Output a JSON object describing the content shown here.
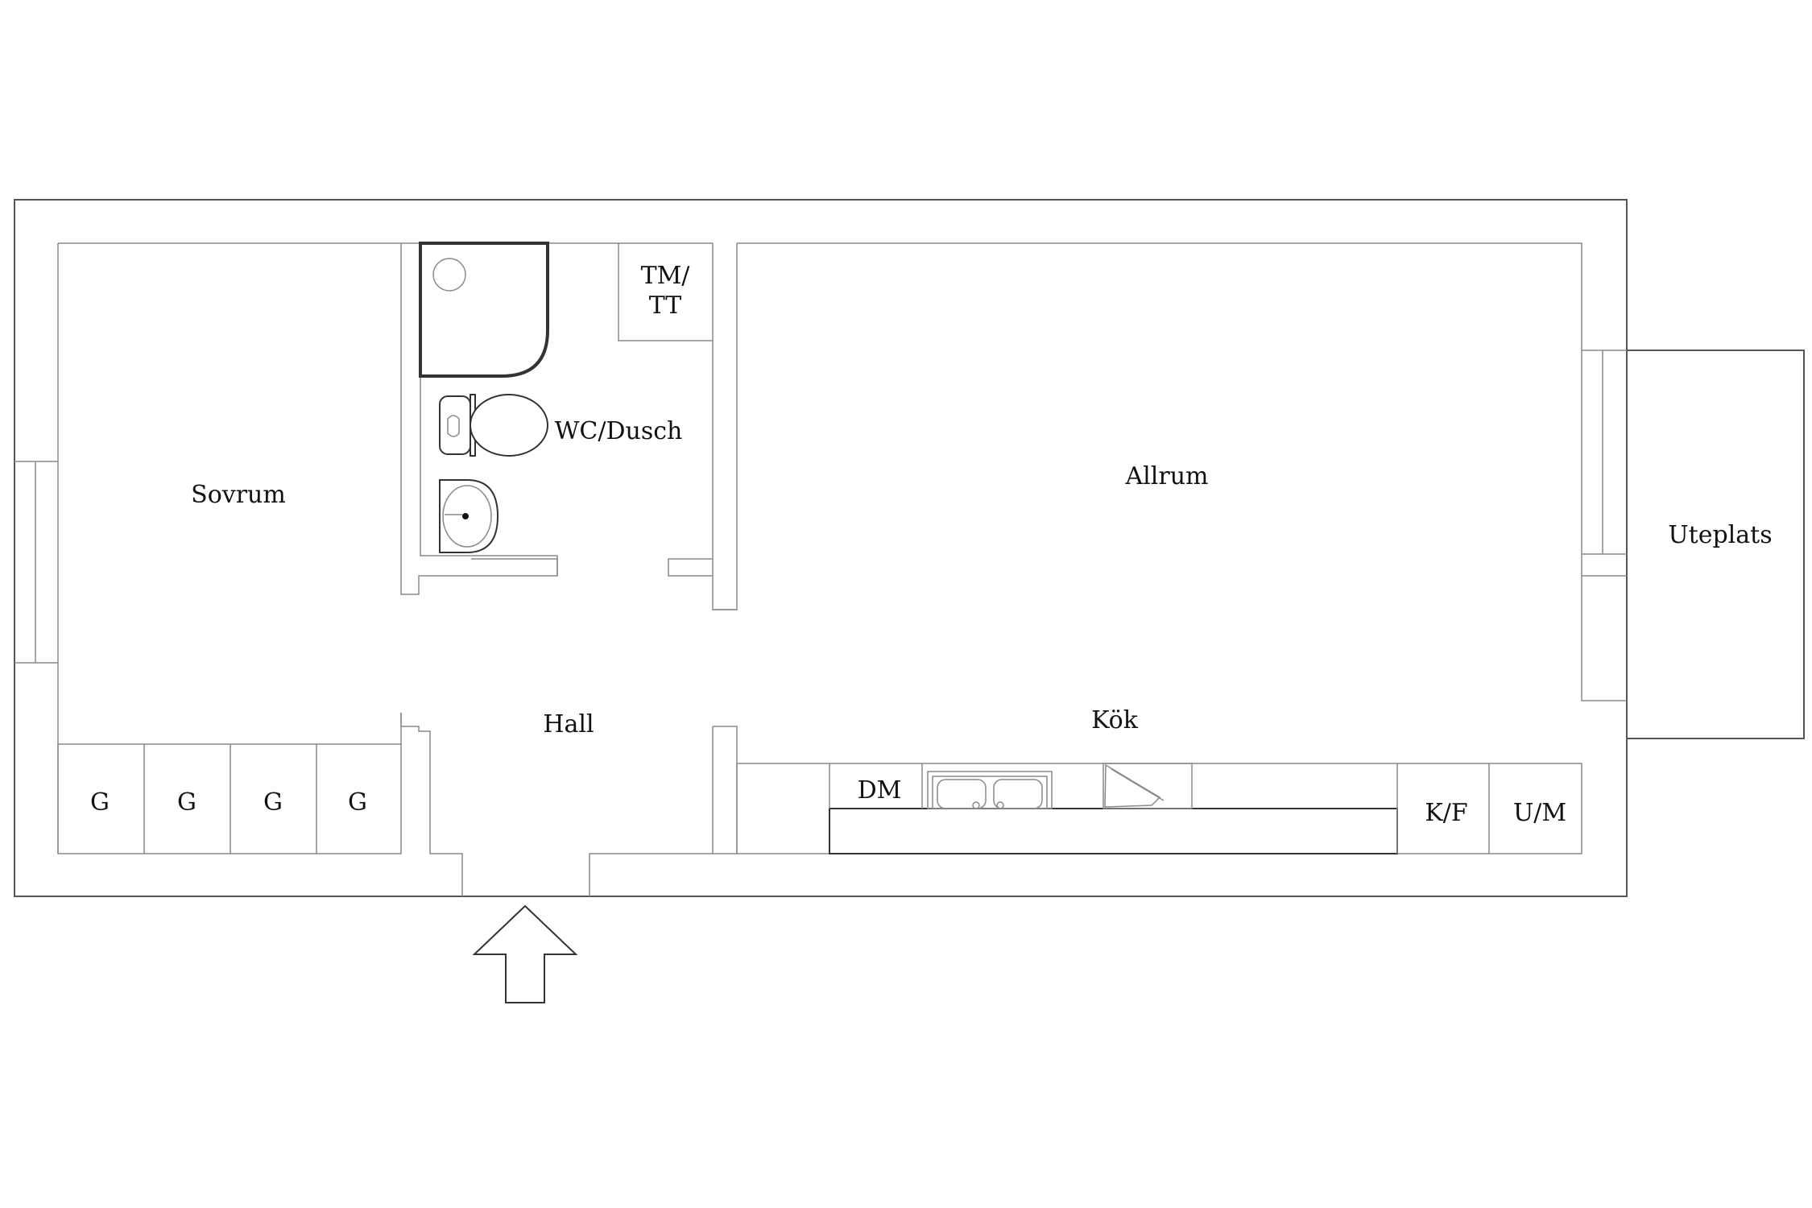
{
  "rooms": {
    "sovrum": "Sovrum",
    "wc_dusch": "WC/Dusch",
    "tm_tt_line1": "TM/",
    "tm_tt_line2": "TT",
    "allrum": "Allrum",
    "uteplats": "Uteplats",
    "hall": "Hall",
    "kok": "Kök"
  },
  "fixtures": {
    "wardrobes": [
      "G",
      "G",
      "G",
      "G"
    ],
    "dishwasher": "DM",
    "fridge_freezer": "K/F",
    "oven_microwave": "U/M"
  }
}
